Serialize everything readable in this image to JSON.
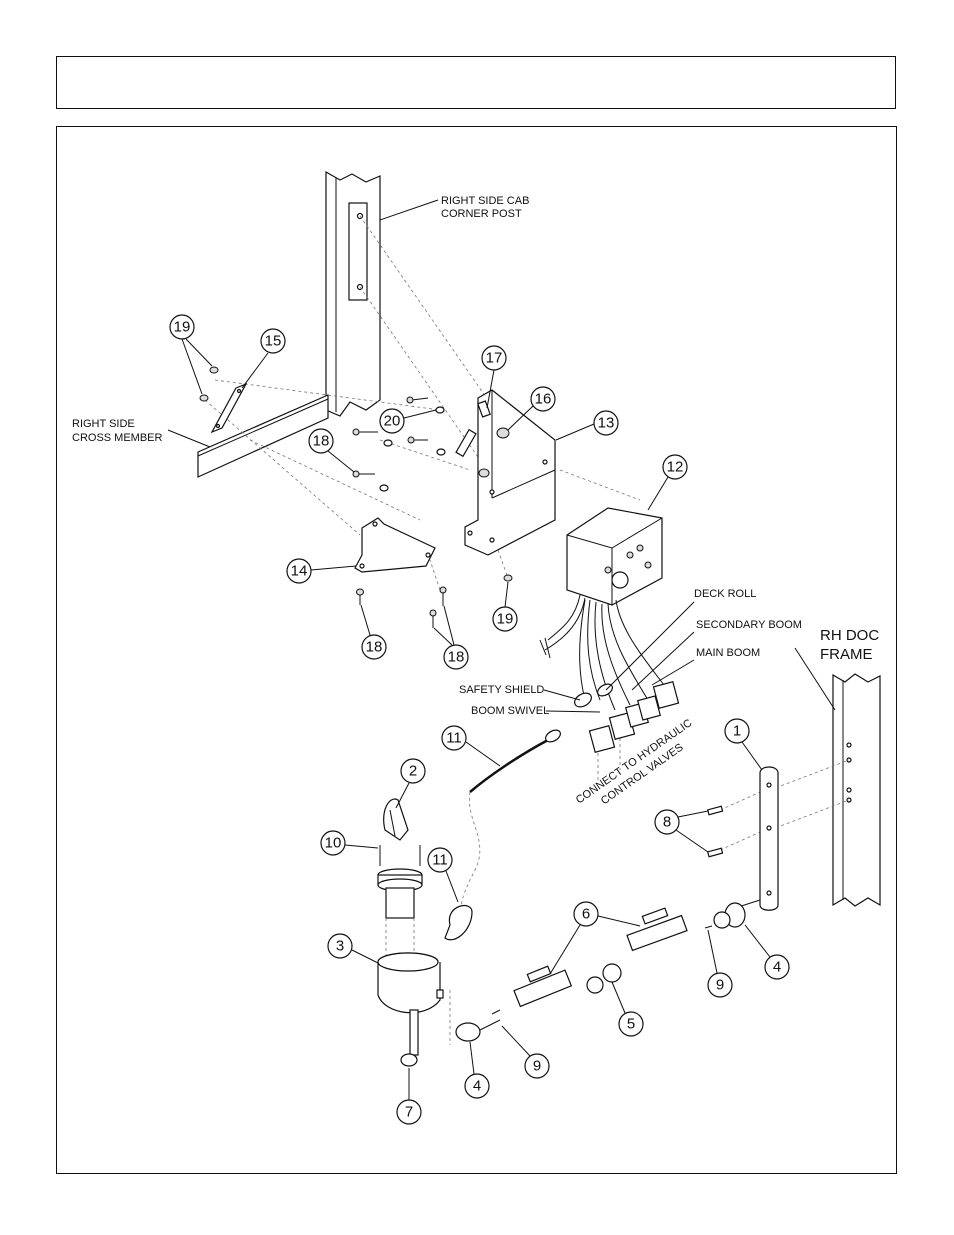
{
  "header": {
    "title": ""
  },
  "labels": {
    "cab_post": [
      "RIGHT SIDE CAB",
      "CORNER POST"
    ],
    "cross_member": [
      "RIGHT SIDE",
      "CROSS MEMBER"
    ],
    "deck_roll": "DECK ROLL",
    "secondary_boom": "SECONDARY BOOM",
    "main_boom": "MAIN BOOM",
    "safety_shield": "SAFETY SHIELD",
    "boom_swivel": "BOOM SWIVEL",
    "hydraulic": [
      "CONNECT TO HYDRAULIC",
      "CONTROL VALVES"
    ],
    "rh_doc": [
      "RH DOC",
      "FRAME"
    ]
  },
  "callouts": [
    "19",
    "15",
    "17",
    "16",
    "13",
    "20",
    "18",
    "12",
    "14",
    "19",
    "18",
    "18",
    "11",
    "1",
    "2",
    "10",
    "11",
    "8",
    "3",
    "6",
    "9",
    "4",
    "5",
    "4",
    "9",
    "7"
  ]
}
